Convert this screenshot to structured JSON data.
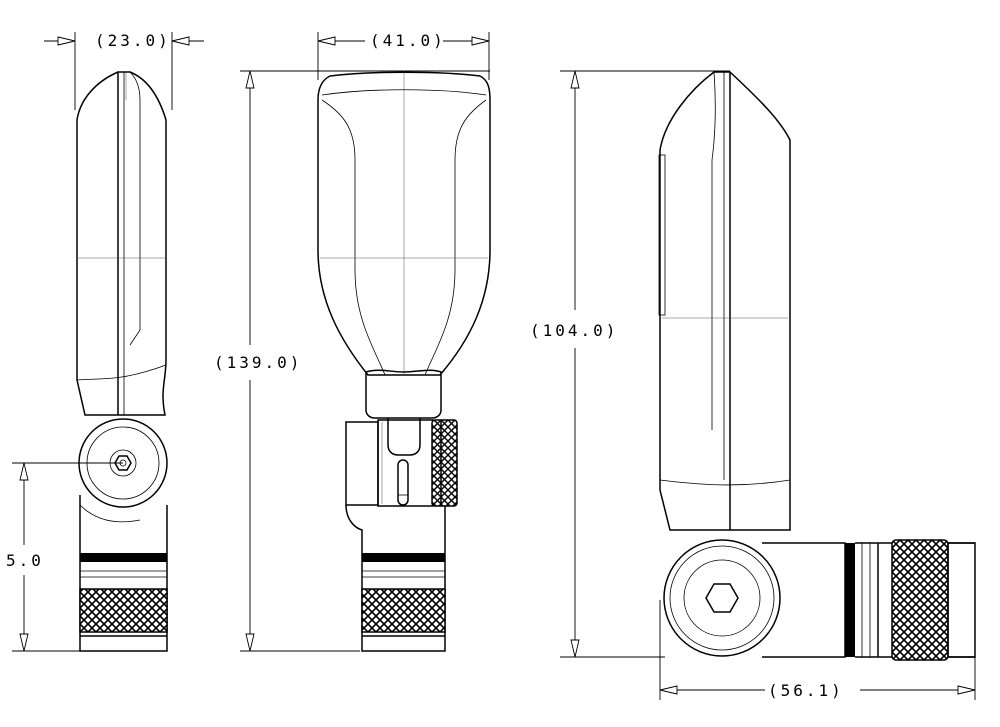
{
  "dimensions": {
    "side_width": "(23.0)",
    "front_width": "(41.0)",
    "front_height": "(139.0)",
    "side_lower_height": "5.0",
    "right_height": "(104.0)",
    "right_width": "(56.1)"
  },
  "colors": {
    "line": "#000000",
    "background": "#ffffff"
  }
}
